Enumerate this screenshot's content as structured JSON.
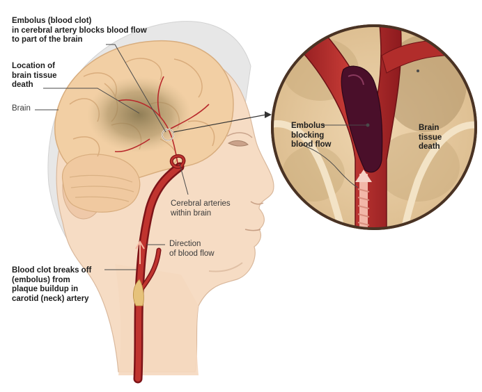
{
  "labels": {
    "embolus_cerebral": "Embolus (blood clot)\nin cerebral artery blocks blood flow\nto part of the brain",
    "location_death": "Location of\nbrain tissue\ndeath",
    "brain": "Brain",
    "cerebral_arteries": "Cerebral arteries\nwithin brain",
    "direction_flow": "Direction\nof blood flow",
    "clot_breaks_off": "Blood clot breaks off\n(embolus) from\nplaque buildup in\ncarotid (neck) artery",
    "inset_embolus": "Embolus\nblocking\nblood flow",
    "inset_tissue_death": "Brain\ntissue\ndeath"
  },
  "colors": {
    "artery": "#b8292c",
    "artery_dark": "#7d1418",
    "clot": "#4a0f2a",
    "brain": "#f2cfa4",
    "skin": "#f7ddc6",
    "hair": "#e6e6e6",
    "dead_tissue": "#8b7a52"
  }
}
